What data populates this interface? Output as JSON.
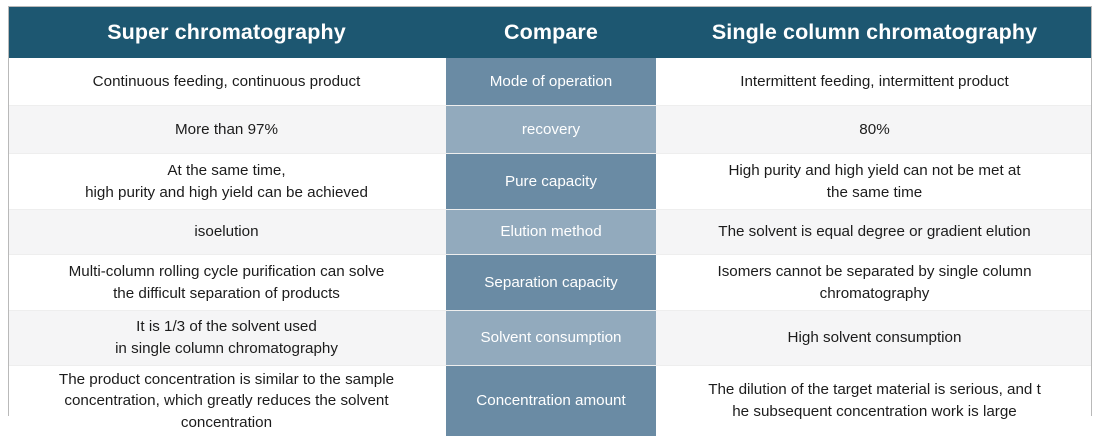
{
  "table": {
    "headers": {
      "left": "Super chromatography",
      "middle": "Compare",
      "right": "Single column chromatography"
    },
    "colors": {
      "header_background": "#1d5771",
      "header_text": "#ffffff",
      "middle_dark": "#6a8ba4",
      "middle_light": "#92aabd",
      "row_white": "#ffffff",
      "row_gray": "#f5f5f6",
      "border": "#b9b9b9",
      "body_text": "#1c1c1c"
    },
    "rows": [
      {
        "left": "Continuous feeding, continuous product",
        "middle": "Mode of operation",
        "right": "Intermittent feeding, intermittent product"
      },
      {
        "left": "More than 97%",
        "middle": "recovery",
        "right": "80%"
      },
      {
        "left": "At the same time,\nhigh purity and high yield can be achieved",
        "middle": "Pure capacity",
        "right": "High purity and high yield can not be met at\nthe same time"
      },
      {
        "left": "isoelution",
        "middle": "Elution method",
        "right": "The solvent is equal degree or gradient elution"
      },
      {
        "left": "Multi-column rolling cycle purification can solve\nthe difficult separation of products",
        "middle": "Separation capacity",
        "right": "Isomers cannot be separated by single column\nchromatography"
      },
      {
        "left": "It is 1/3 of the solvent used\nin single column chromatography",
        "middle": "Solvent consumption",
        "right": "High solvent consumption"
      },
      {
        "left": "The product concentration is similar to the sample\nconcentration, which greatly reduces the solvent\nconcentration",
        "middle": "Concentration amount",
        "right": "The dilution of the target material is serious, and t\nhe subsequent concentration work is large"
      }
    ]
  }
}
